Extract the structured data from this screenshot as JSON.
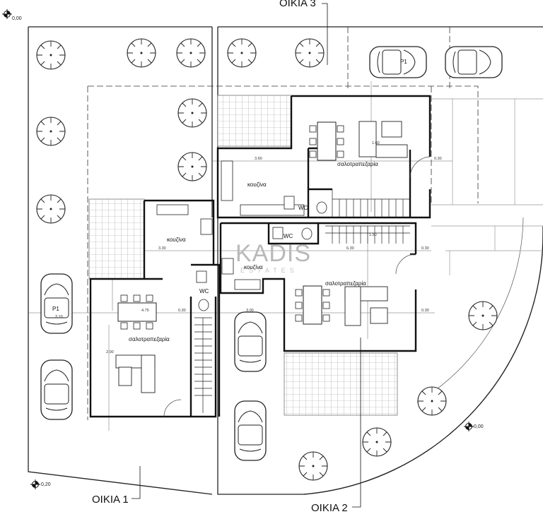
{
  "houses": [
    {
      "label": "OIKIA 3",
      "living": "σαλοτραπεζαρία",
      "kitchen": "κουζίνα",
      "wc": "WC"
    },
    {
      "label": "OIKIA 1",
      "living": "σαλοτραπεζαρία",
      "kitchen": "κουζίνα",
      "wc": "WC"
    },
    {
      "label": "OIKIA 2",
      "living": "σαλοτραπεζαρία",
      "kitchen": "κουζίνα",
      "wc": "WC"
    }
  ],
  "parking": [
    {
      "label": "P1"
    },
    {
      "label": "P1"
    }
  ],
  "levels": [
    "0,00",
    "0,00",
    "0,20"
  ],
  "dimensions": {
    "d1": "3.60",
    "d2": "0.30",
    "d3": "3.30",
    "d4": "6.30",
    "d5": "0.30",
    "d6": "4.75",
    "d7": "0.30",
    "d8": "3.00",
    "d9": "0.30",
    "d10": "3.10",
    "d11": "1.60",
    "d12": "1.50",
    "d13": "2.00"
  },
  "watermark": {
    "brand": "KADIS",
    "sub": "ESTATES"
  }
}
